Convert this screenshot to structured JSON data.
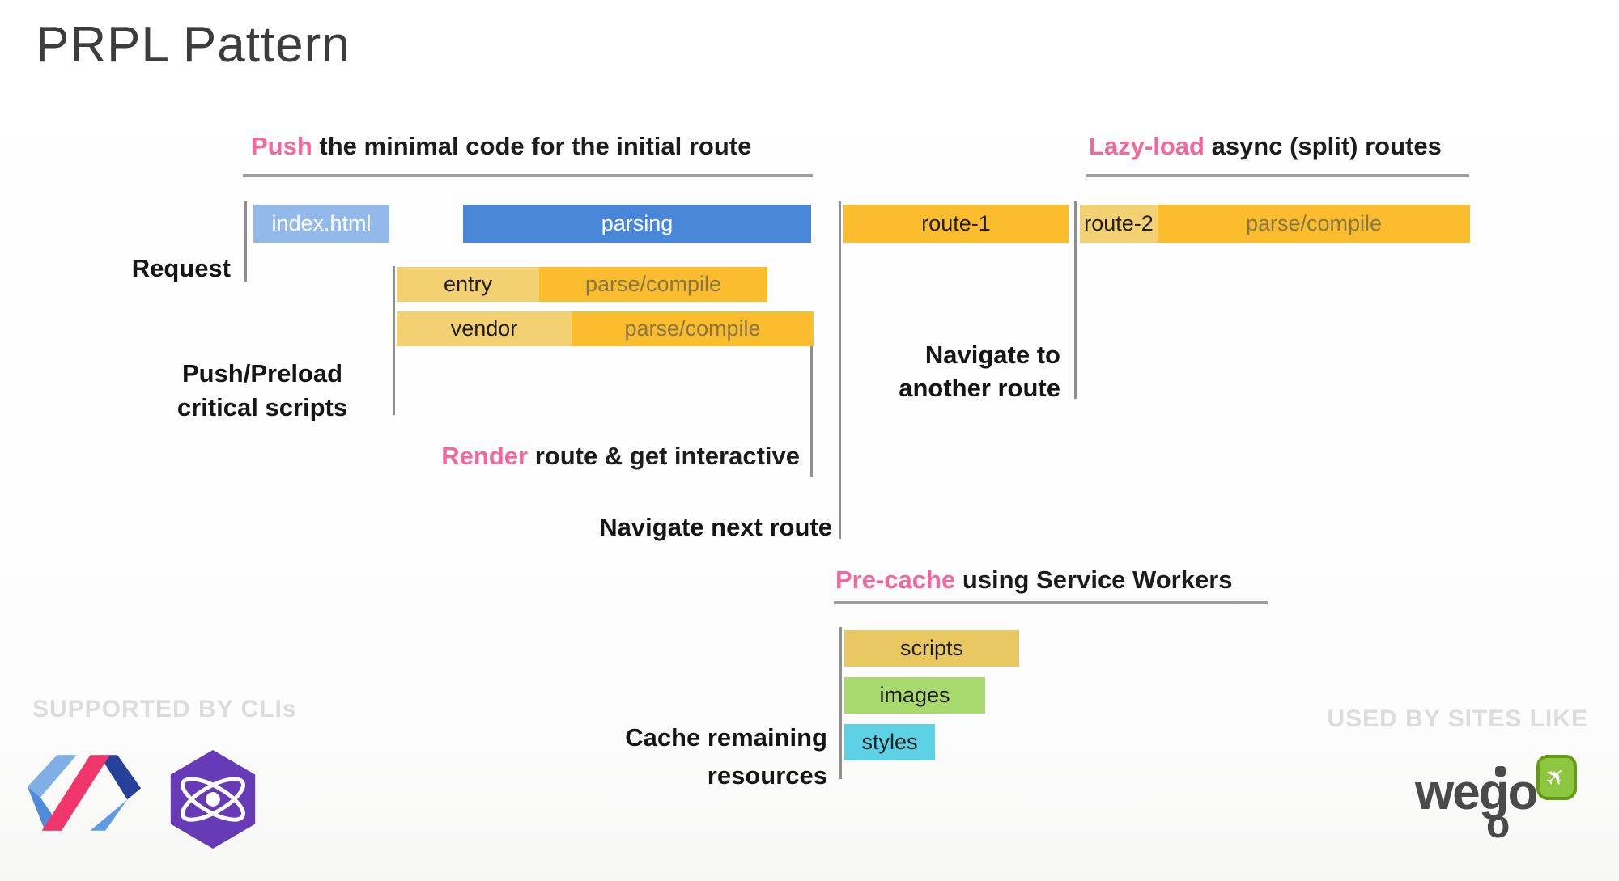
{
  "title": "PRPL Pattern",
  "colors": {
    "pink_accent": "#F4679D",
    "blue_light": "#93B9EA",
    "blue": "#4A86D8",
    "amber": "#FBBC2D",
    "amber_light": "#F3D173",
    "parse_compile_text": "#877748",
    "scripts_yellow": "#E9C862",
    "images_green": "#A7D96D",
    "styles_cyan": "#5DD1E6",
    "line_gray": "#8F8F8F",
    "watermark_gray": "#DCDCDC",
    "polymer_pink": "#F0366C",
    "polymer_blue_light": "#80AFE8",
    "polymer_blue": "#4F8BD8",
    "polymer_navy": "#27419B",
    "preact_purple": "#673AB8",
    "wego_green": "#8DC63F",
    "wego_gray": "#4A4A4A"
  },
  "headings": {
    "push": {
      "accent": "Push",
      "rest": " the minimal code for the initial route"
    },
    "lazy_load": {
      "accent": "Lazy-load",
      "rest": " async (split) routes"
    },
    "render": {
      "accent": "Render",
      "rest": " route & get interactive"
    },
    "pre_cache": {
      "accent": "Pre-cache",
      "rest": " using Service Workers"
    }
  },
  "labels": {
    "request": "Request",
    "push_preload_line1": "Push/Preload",
    "push_preload_line2": "critical scripts",
    "navigate_next": "Navigate next route",
    "navigate_another_line1": "Navigate to",
    "navigate_another_line2": "another route",
    "cache_line1": "Cache remaining",
    "cache_line2": "resources"
  },
  "bars": {
    "index_html": "index.html",
    "parsing": "parsing",
    "entry": "entry",
    "entry_parse": "parse/compile",
    "vendor": "vendor",
    "vendor_parse": "parse/compile",
    "route_1": "route-1",
    "route_2": "route-2",
    "route_2_parse": "parse/compile",
    "scripts": "scripts",
    "images": "images",
    "styles": "styles"
  },
  "footer": {
    "supported_by": "SUPPORTED BY CLIs",
    "used_by": "USED BY SITES LIKE",
    "wego_text": "wego",
    "wego_sub_o": "o"
  }
}
